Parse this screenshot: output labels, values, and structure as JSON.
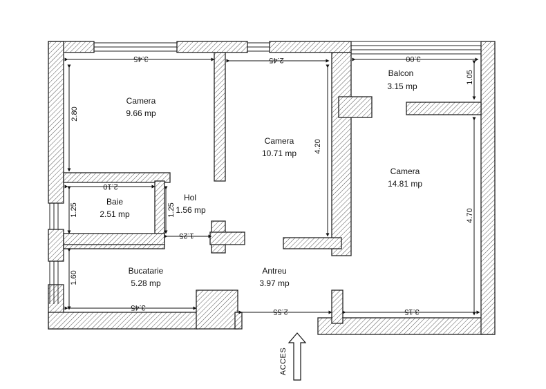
{
  "rooms": [
    {
      "name": "Camera",
      "area": "9.66 mp"
    },
    {
      "name": "Camera",
      "area": "10.71 mp"
    },
    {
      "name": "Balcon",
      "area": "3.15 mp"
    },
    {
      "name": "Camera",
      "area": "14.81 mp"
    },
    {
      "name": "Baie",
      "area": "2.51 mp"
    },
    {
      "name": "Hol",
      "area": "1.56 mp"
    },
    {
      "name": "Bucatarie",
      "area": "5.28 mp"
    },
    {
      "name": "Antreu",
      "area": "3.97 mp"
    }
  ],
  "dimensions": {
    "camera1_width": "3.45",
    "camera1_height": "2.80",
    "camera2_width": "2.45",
    "camera2_height": "4.20",
    "balcon_width": "3.00",
    "balcon_height": "1.05",
    "camera3_height": "4.70",
    "camera3_bottom": "3.15",
    "baie_width": "2.10",
    "baie_height": "1.25",
    "hol_height": "1.25",
    "hol_width": "1.25",
    "bucatarie_height": "1.60",
    "bucatarie_width": "3.45",
    "antreu_width": "2.55"
  },
  "access_label": "ACCES",
  "colors": {
    "wall": "#222222",
    "hatch": "#555555",
    "background": "#ffffff"
  }
}
